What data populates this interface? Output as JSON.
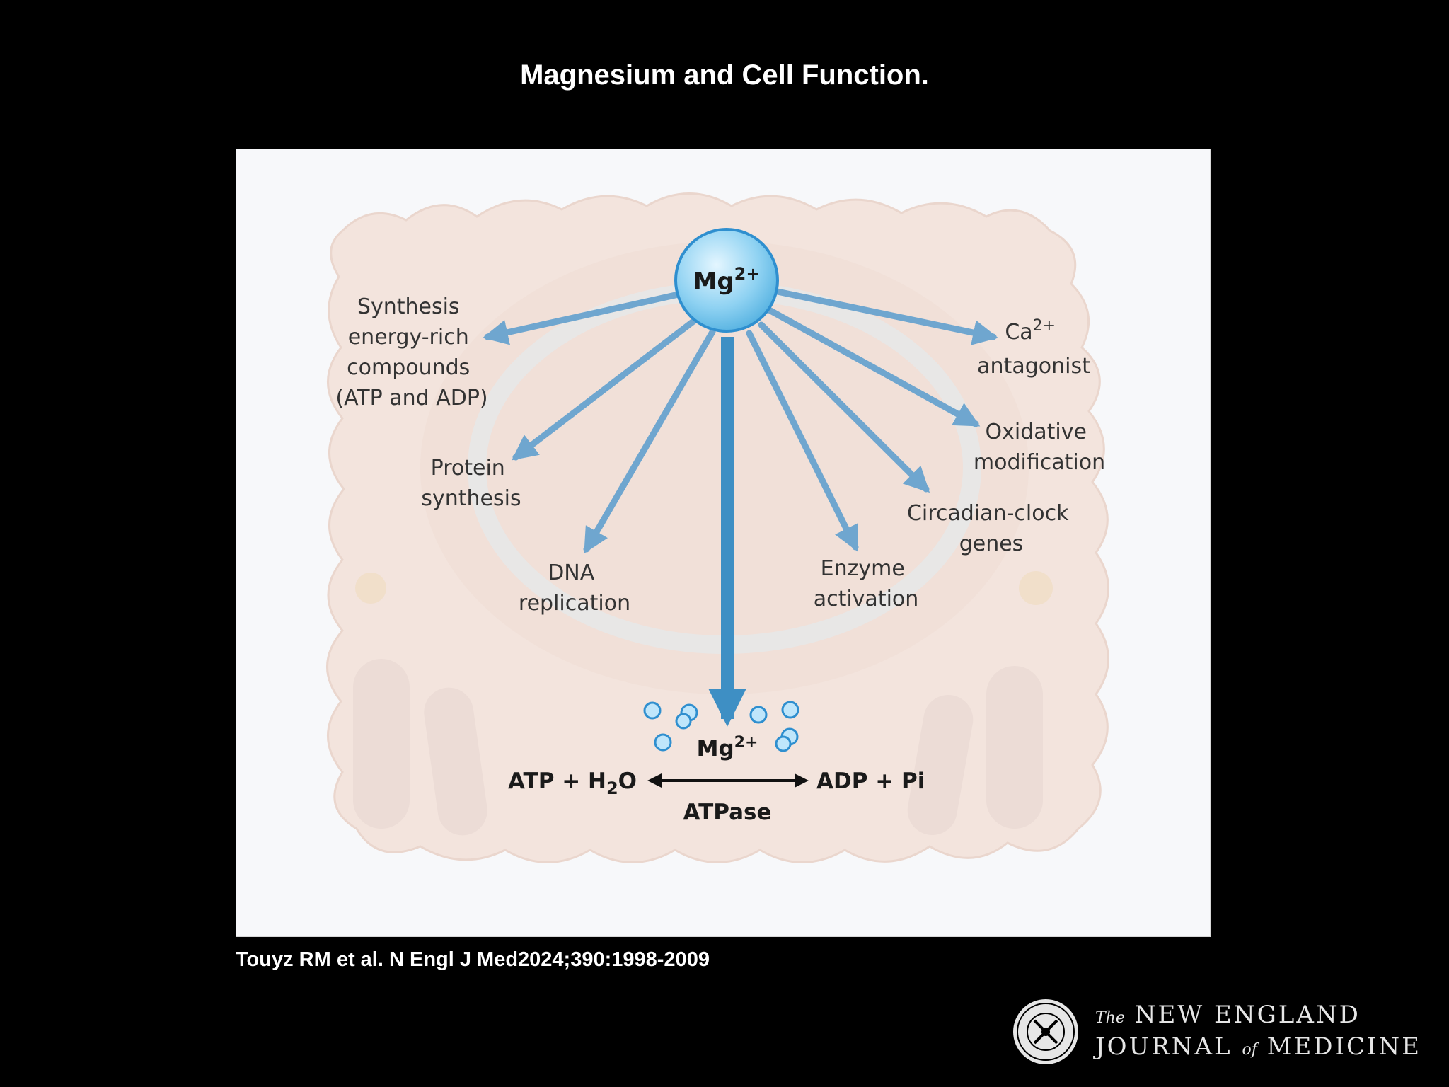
{
  "slide": {
    "title": "Magnesium and Cell Function.",
    "citation": "Touyz RM et al. N Engl J Med2024;390:1998-2009"
  },
  "diagram": {
    "center": {
      "base": "Mg",
      "sup": "2+"
    },
    "targets": {
      "synthesis": [
        "Synthesis",
        "energy-rich",
        "compounds",
        "(ATP and ADP)"
      ],
      "protein": [
        "Protein",
        "synthesis"
      ],
      "dna": [
        "DNA",
        "replication"
      ],
      "enzyme": [
        "Enzyme",
        "activation"
      ],
      "circadian": [
        "Circadian-clock",
        "genes"
      ],
      "oxidative": [
        "Oxidative",
        "modification"
      ],
      "calcium": {
        "base": "Ca",
        "sup": "2+",
        "line2": "antagonist"
      }
    },
    "reaction": {
      "mg_base": "Mg",
      "mg_sup": "2+",
      "left_a": "ATP + H",
      "left_sub": "2",
      "left_b": "O",
      "right": "ADP + Pi",
      "enzyme": "ATPase"
    },
    "colors": {
      "arrow": "#6fa6cf",
      "main_arrow": "#3e8fc4",
      "ion": "#7fc6ec",
      "cell": "#f3e4dd"
    }
  },
  "journal": {
    "line1_small": "The",
    "line1": "NEW ENGLAND",
    "line2_a": "JOURNAL",
    "line2_of": "of",
    "line2_b": "MEDICINE"
  }
}
